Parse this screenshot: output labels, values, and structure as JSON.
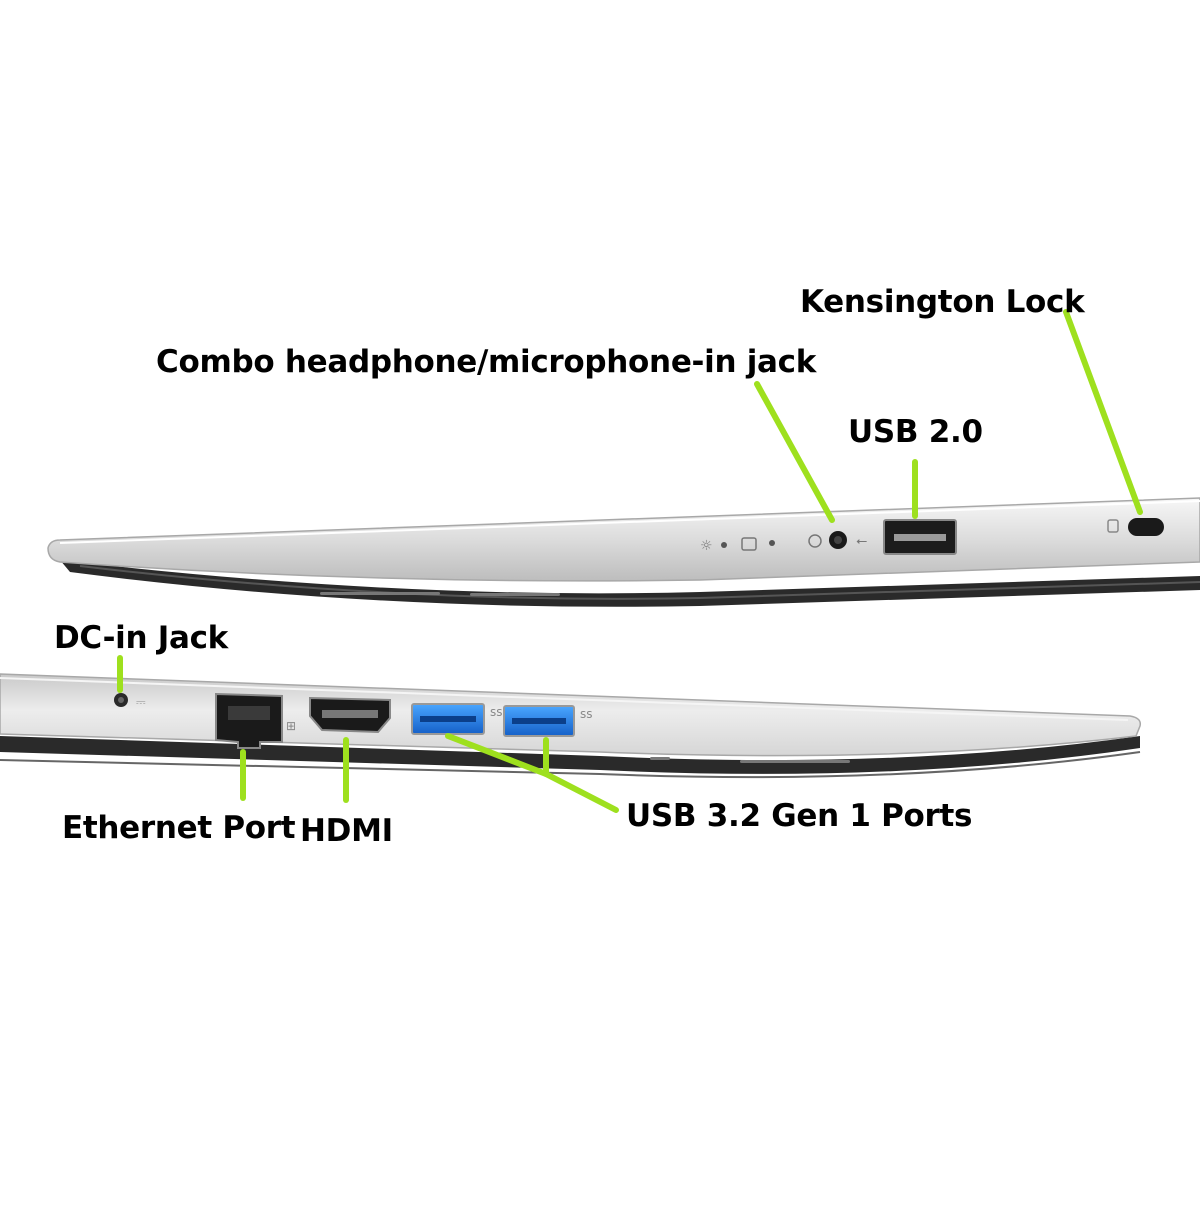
{
  "accent_color": "#9ee01e",
  "labels": {
    "kensington": "Kensington Lock",
    "combo_jack": "Combo headphone/microphone-in jack",
    "usb2": "USB 2.0",
    "dc_in": "DC-in Jack",
    "ethernet": "Ethernet Port",
    "hdmi": "HDMI",
    "usb32": "USB 3.2 Gen 1 Ports"
  }
}
